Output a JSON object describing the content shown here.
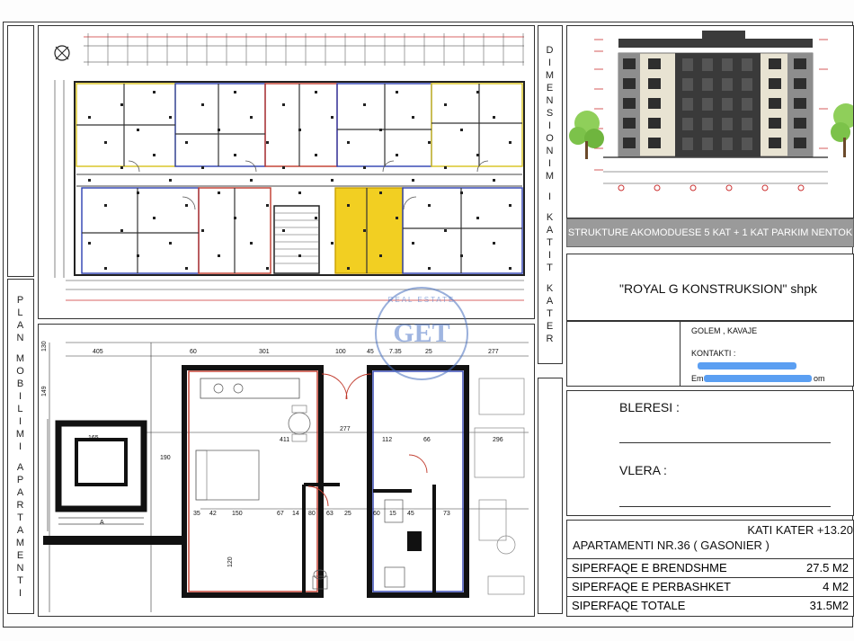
{
  "vertical_labels": {
    "dimensionim": "DIMENSIONIM I KATIT KATER",
    "plan": "PLAN MOBILIMI APARTAMENTI"
  },
  "project": {
    "banner": "STRUKTURE AKOMODUESE 5 KAT + 1 KAT PARKIM NENTOK",
    "company": "\"ROYAL G KONSTRUKSION\" shpk",
    "location": "GOLEM , KAVAJE",
    "contact_label": "KONTAKTI :",
    "email_prefix": "Em",
    "email_suffix": "om"
  },
  "buyer": {
    "bleresi": "BLERESI :",
    "vlera": "VLERA :"
  },
  "watermark": {
    "main": "GET",
    "top": "REAL ESTATE"
  },
  "summary": {
    "floor": "KATI KATER +13.20",
    "apartment": "APARTAMENTI NR.36 ( GASONIER )",
    "rows": [
      {
        "label": "SIPERFAQE E BRENDSHME",
        "value": "27.5 M2"
      },
      {
        "label": "SIPERFAQE E PERBASHKET",
        "value": "4 M2"
      },
      {
        "label": "SIPERFAQE TOTALE",
        "value": "31.5M2"
      }
    ]
  },
  "dimensions": {
    "top": [
      "405",
      "60",
      "301",
      "100",
      "45",
      "7.35",
      "25",
      "277"
    ],
    "mid": [
      "411",
      "277",
      "112",
      "66",
      "296"
    ],
    "low": [
      "35",
      "42",
      "150",
      "67",
      "14",
      "80",
      "63",
      "25",
      "60",
      "15",
      "45",
      "73"
    ],
    "left": [
      "130",
      "149",
      "165",
      "190",
      "120"
    ],
    "stair_tag": "A"
  },
  "colors": {
    "yellow": "#f2cf22",
    "red": "#c0392b",
    "blue": "#2c3fb0",
    "tree": "#7cc24a"
  }
}
